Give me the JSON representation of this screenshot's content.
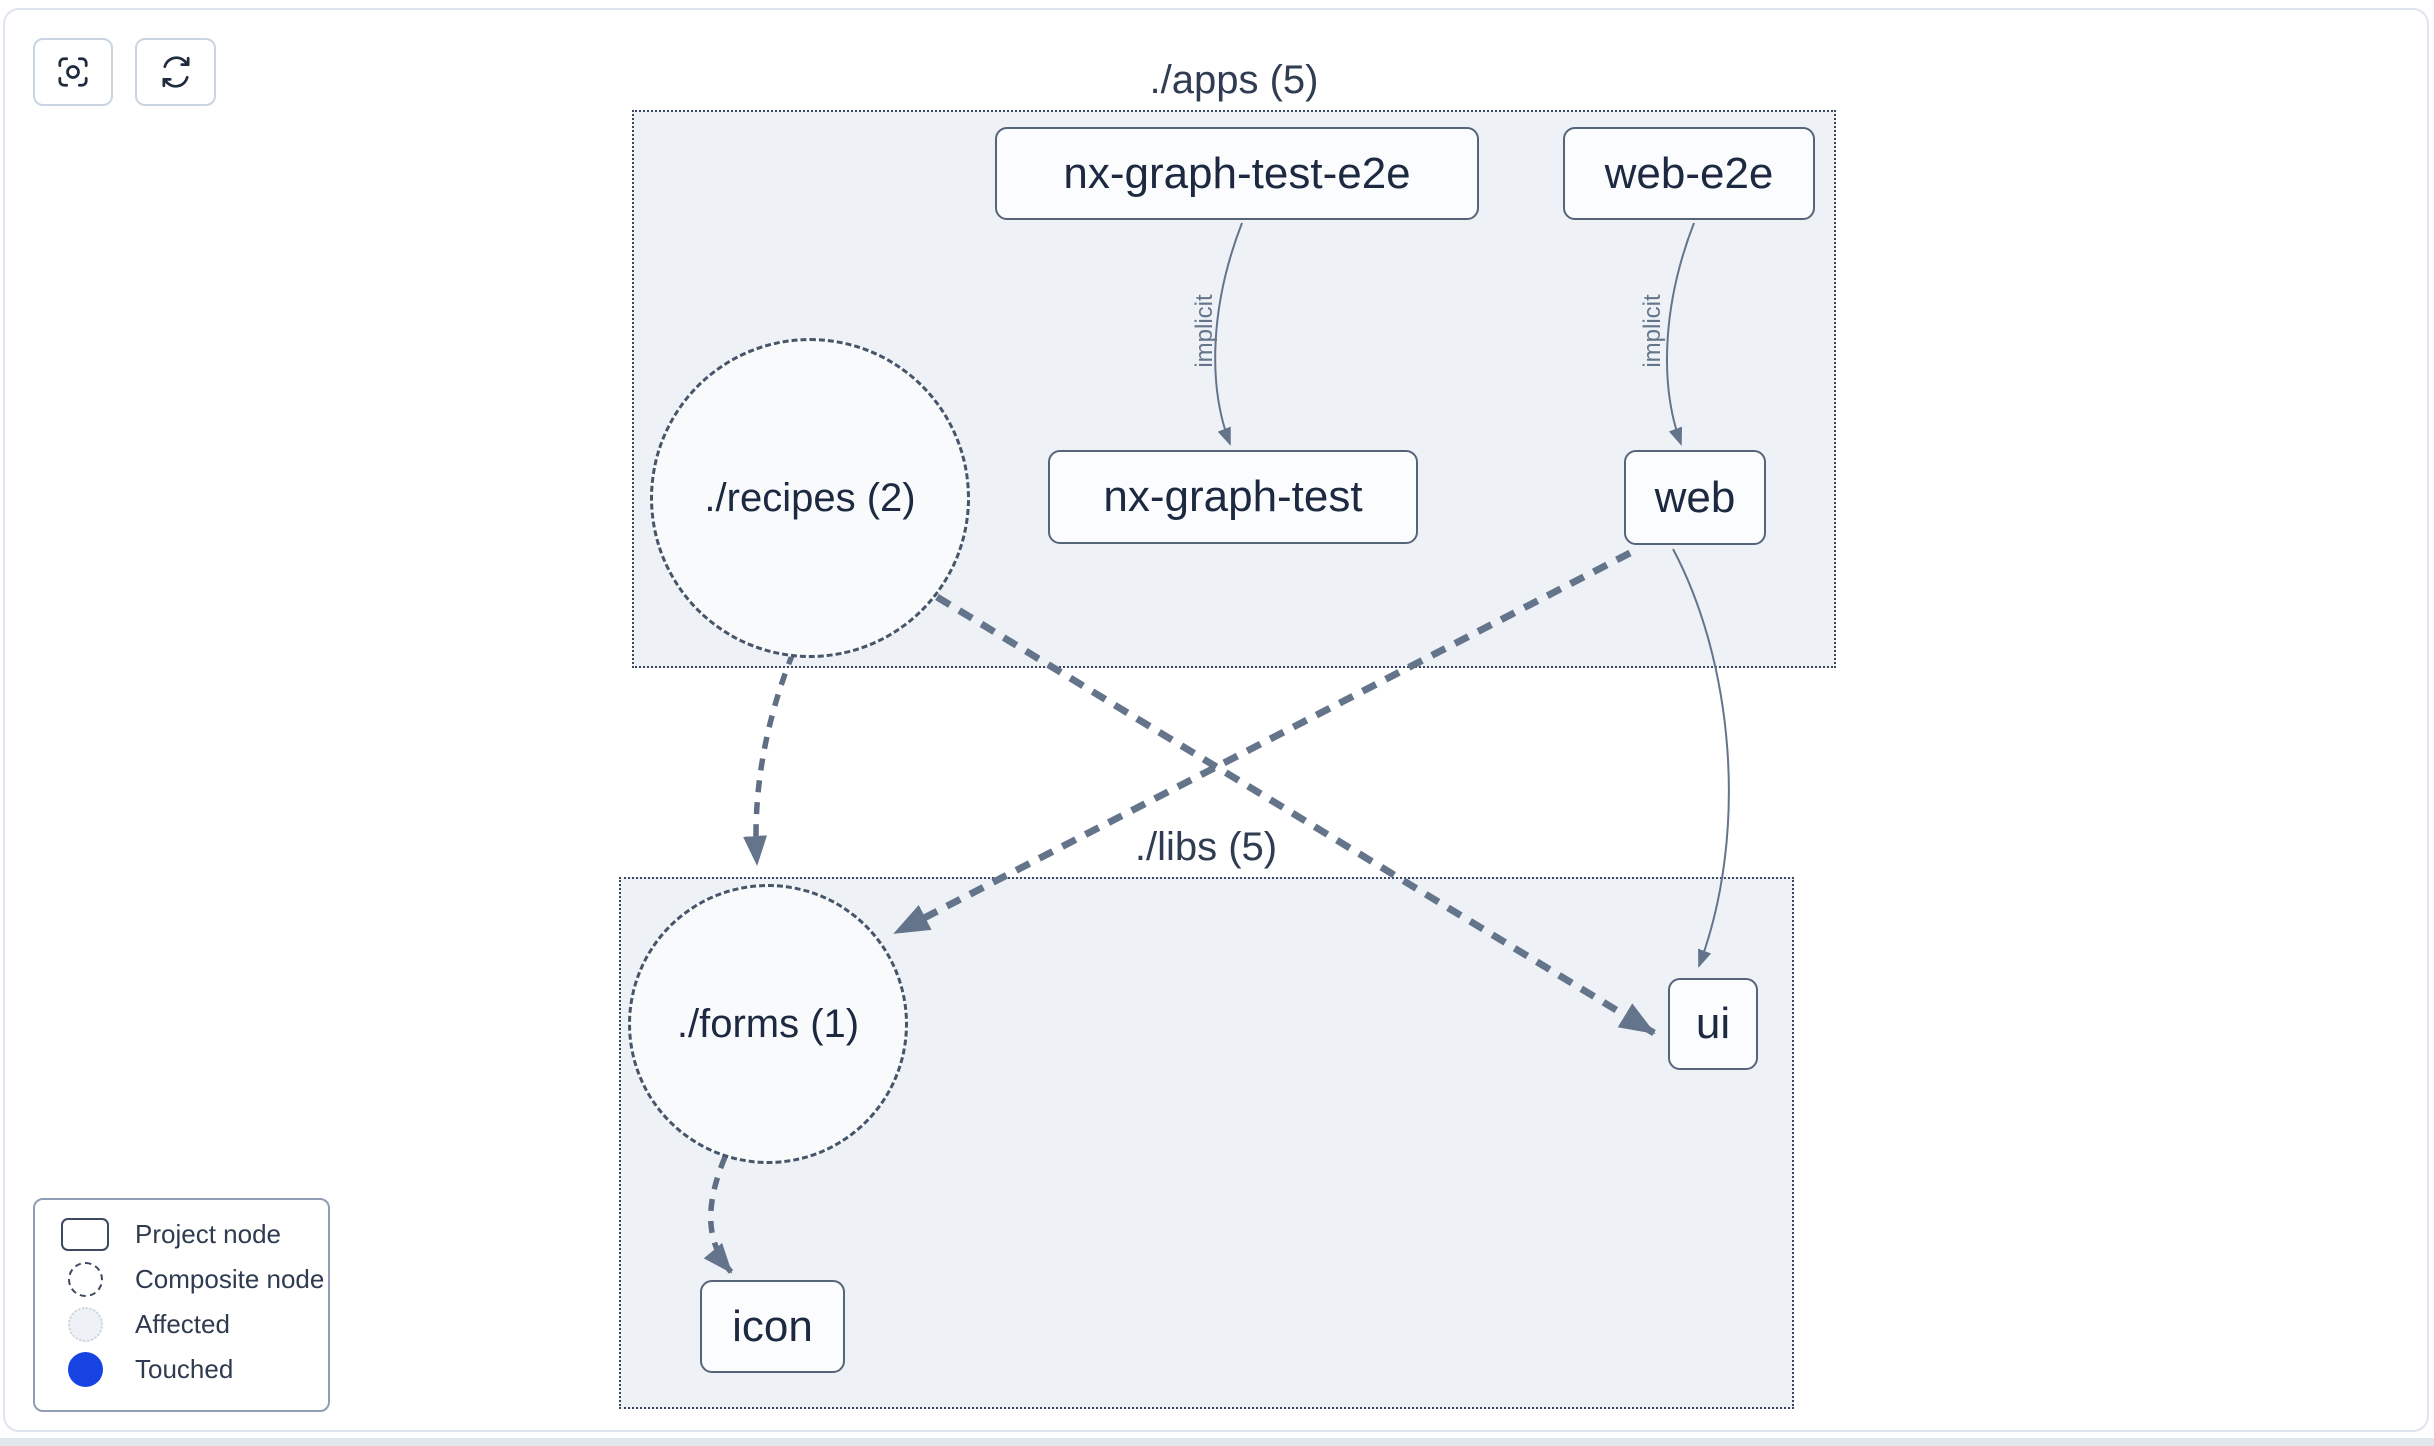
{
  "toolbar": {
    "buttons": [
      {
        "name": "center-graph",
        "icon": "focus-crosshair-icon"
      },
      {
        "name": "refresh-graph",
        "icon": "refresh-icon"
      }
    ]
  },
  "graph": {
    "clusters": [
      {
        "id": "apps",
        "label": "./apps (5)"
      },
      {
        "id": "libs",
        "label": "./libs (5)"
      }
    ],
    "nodes": [
      {
        "id": "nx-graph-test-e2e",
        "label": "nx-graph-test-e2e",
        "type": "project",
        "cluster": "apps"
      },
      {
        "id": "web-e2e",
        "label": "web-e2e",
        "type": "project",
        "cluster": "apps"
      },
      {
        "id": "recipes",
        "label": "./recipes (2)",
        "type": "composite",
        "cluster": "apps"
      },
      {
        "id": "nx-graph-test",
        "label": "nx-graph-test",
        "type": "project",
        "cluster": "apps"
      },
      {
        "id": "web",
        "label": "web",
        "type": "project",
        "cluster": "apps"
      },
      {
        "id": "forms",
        "label": "./forms (1)",
        "type": "composite",
        "cluster": "libs"
      },
      {
        "id": "ui",
        "label": "ui",
        "type": "project",
        "cluster": "libs"
      },
      {
        "id": "icon",
        "label": "icon",
        "type": "project",
        "cluster": "libs"
      }
    ],
    "edges": [
      {
        "source": "nx-graph-test-e2e",
        "target": "nx-graph-test",
        "label": "implicit",
        "style": "solid-thin"
      },
      {
        "source": "web-e2e",
        "target": "web",
        "label": "implicit",
        "style": "solid-thin"
      },
      {
        "source": "recipes",
        "target": "forms",
        "label": "",
        "style": "dashed-medium"
      },
      {
        "source": "recipes",
        "target": "ui",
        "label": "",
        "style": "dashed-thick"
      },
      {
        "source": "web",
        "target": "forms",
        "label": "",
        "style": "dashed-thick"
      },
      {
        "source": "web",
        "target": "ui",
        "label": "",
        "style": "solid-thin"
      },
      {
        "source": "forms",
        "target": "icon",
        "label": "",
        "style": "dashed-medium"
      }
    ]
  },
  "legend": {
    "items": [
      {
        "label": "Project node",
        "swatch": "project-node-swatch"
      },
      {
        "label": "Composite node",
        "swatch": "composite-node-swatch"
      },
      {
        "label": "Affected",
        "swatch": "affected-swatch"
      },
      {
        "label": "Touched",
        "swatch": "touched-swatch"
      }
    ]
  },
  "colors": {
    "cluster_fill": "#eef2f7",
    "cluster_border": "#3b475c",
    "node_fill": "#fbfcfe",
    "node_border": "#56647a",
    "node_text": "#1d2940",
    "edge": "#64748b",
    "touched_blue": "#1743e3",
    "frame_border": "#dfe4ef"
  }
}
